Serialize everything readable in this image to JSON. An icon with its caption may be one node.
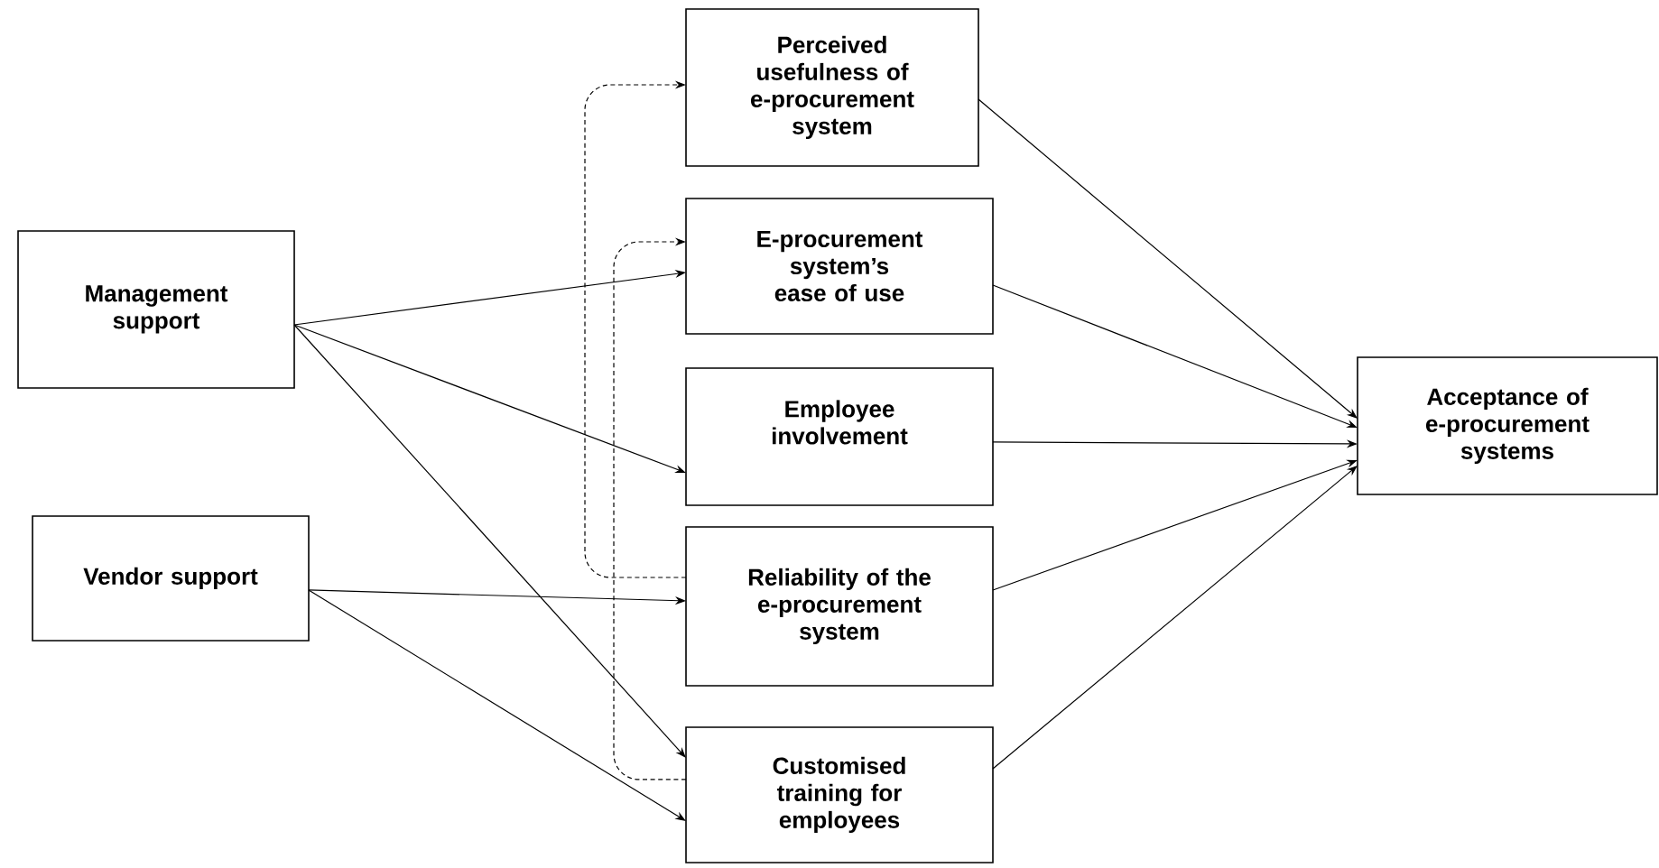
{
  "diagram": {
    "nodes": [
      {
        "text": [
          "Management support"
        ]
      },
      {
        "text": [
          "Vendor support"
        ]
      },
      {
        "text": [
          "Perceived usefulness of e-procurement system"
        ]
      },
      {
        "text": [
          "E-procurement system’s ease of use"
        ]
      },
      {
        "text": [
          "Employee involvement"
        ]
      },
      {
        "text": [
          "Reliability of the e-procurement system"
        ]
      },
      {
        "text": [
          "Customised training for employees"
        ]
      },
      {
        "text": [
          "Acceptance of e-procurement systems"
        ]
      }
    ],
    "edges": [
      {
        "from": 0,
        "to": 3,
        "arrow": "to"
      },
      {
        "from": 0,
        "to": 4,
        "arrow": "to"
      },
      {
        "from": 0,
        "to": 6,
        "arrow": "to"
      },
      {
        "from": 1,
        "to": 5,
        "arrow": "to"
      },
      {
        "from": 1,
        "to": 6,
        "arrow": "to"
      },
      {
        "from": 5,
        "to": 2,
        "arrow": "to",
        "style": "dashed"
      },
      {
        "from": 6,
        "to": 3,
        "arrow": "to",
        "style": "dashed"
      },
      {
        "from": 2,
        "to": 7,
        "arrow": "to"
      },
      {
        "from": 3,
        "to": 7,
        "arrow": "to"
      },
      {
        "from": 4,
        "to": 7,
        "arrow": "to"
      },
      {
        "from": 5,
        "to": 7,
        "arrow": "to"
      },
      {
        "from": 6,
        "to": 7,
        "arrow": "to"
      }
    ]
  }
}
